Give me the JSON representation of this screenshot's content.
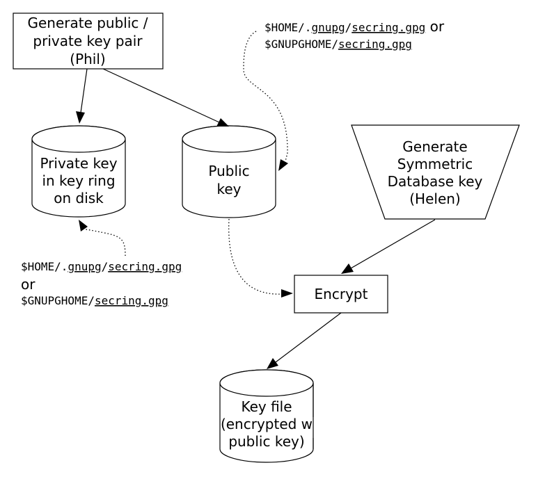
{
  "nodes": {
    "generate_pair": [
      "Generate public /",
      "private key pair",
      "(Phil)"
    ],
    "private_key": [
      "Private key",
      "in key ring",
      "on disk"
    ],
    "public_key": [
      "Public",
      "key"
    ],
    "generate_symmetric": [
      "Generate",
      "Symmetric",
      "Database key",
      "(Helen)"
    ],
    "encrypt": "Encrypt",
    "key_file": [
      "Key file",
      "(encrypted w",
      "public key)"
    ]
  },
  "paths_top": {
    "line1": [
      "$HOME/.",
      "gnupg",
      "/",
      "secring.gpg",
      " or"
    ],
    "line2": [
      "$GNUPGHOME/",
      "secring.gpg"
    ]
  },
  "paths_left": {
    "line1": [
      "$HOME/.",
      "gnupg",
      "/",
      "secring.gpg"
    ],
    "or": "or",
    "line2": [
      "$GNUPGHOME/",
      "secring.gpg"
    ]
  }
}
